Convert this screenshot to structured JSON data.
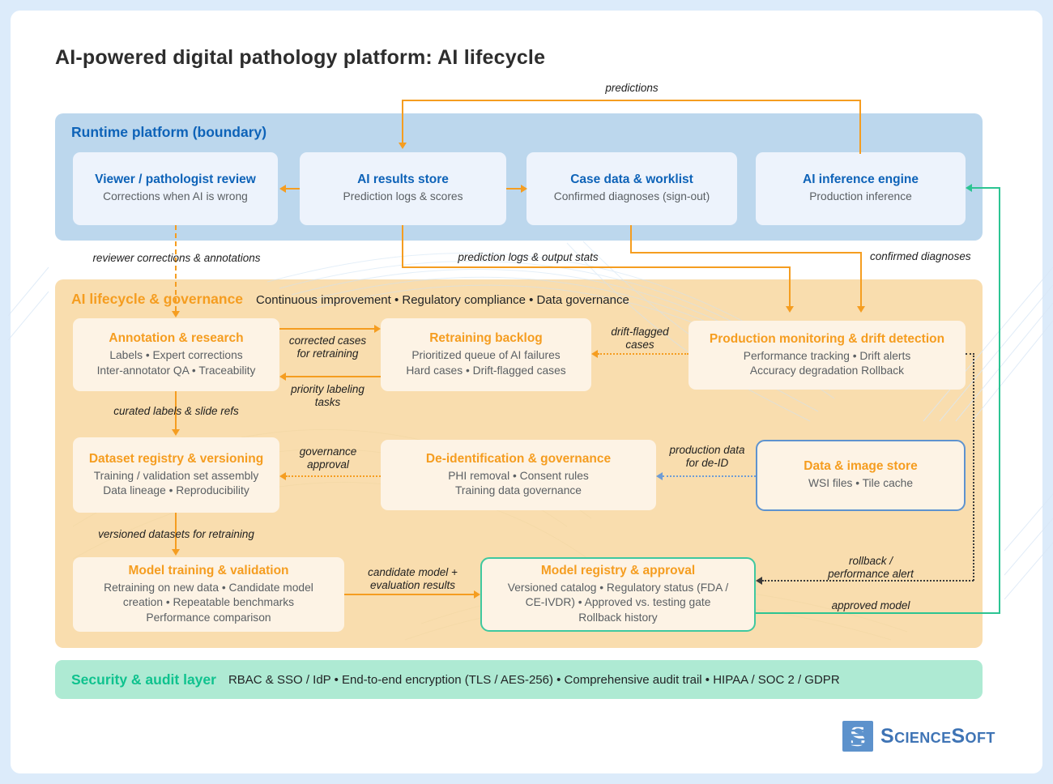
{
  "title": "AI-powered digital pathology platform: AI lifecycle",
  "runtime": {
    "header": "Runtime platform (boundary)",
    "nodes": {
      "viewer": {
        "title": "Viewer / pathologist review",
        "lines": [
          "Corrections when AI is wrong"
        ]
      },
      "results": {
        "title": "AI results store",
        "lines": [
          "Prediction logs & scores"
        ]
      },
      "case": {
        "title": "Case data & worklist",
        "lines": [
          "Confirmed diagnoses (sign-out)"
        ]
      },
      "inference": {
        "title": "AI inference engine",
        "lines": [
          "Production inference"
        ]
      }
    }
  },
  "lifecycle": {
    "header": "AI lifecycle & governance",
    "caption": "Continuous improvement • Regulatory compliance • Data governance",
    "nodes": {
      "annotation": {
        "title": "Annotation & research",
        "lines": [
          "Labels • Expert corrections",
          "Inter-annotator QA • Traceability"
        ]
      },
      "backlog": {
        "title": "Retraining backlog",
        "lines": [
          "Prioritized queue of AI failures",
          "Hard cases • Drift-flagged cases"
        ]
      },
      "monitoring": {
        "title": "Production monitoring & drift detection",
        "lines": [
          "Performance tracking • Drift alerts",
          "Accuracy degradation Rollback"
        ]
      },
      "dataset": {
        "title": "Dataset registry & versioning",
        "lines": [
          "Training / validation set assembly",
          "Data lineage • Reproducibility"
        ]
      },
      "deid": {
        "title": "De-identification & governance",
        "lines": [
          "PHI removal • Consent rules",
          "Training data governance"
        ]
      },
      "datastore": {
        "title": "Data & image store",
        "lines": [
          "WSI files • Tile cache"
        ]
      },
      "training": {
        "title": "Model training & validation",
        "lines": [
          "Retraining on new data • Candidate model",
          "creation • Repeatable benchmarks",
          "Performance comparison"
        ]
      },
      "registry": {
        "title": "Model registry & approval",
        "lines": [
          "Versioned catalog • Regulatory status (FDA /",
          "CE-IVDR) • Approved vs. testing gate",
          "Rollback history"
        ]
      }
    }
  },
  "flows": {
    "predictions": "predictions",
    "reviewer_corrections": "reviewer corrections & annotations",
    "prediction_logs": "prediction logs & output stats",
    "confirmed_diagnoses": "confirmed diagnoses",
    "corrected_cases_1": "corrected cases",
    "corrected_cases_2": "for retraining",
    "priority_1": "priority labeling",
    "priority_2": "tasks",
    "drift_1": "drift-flagged",
    "drift_2": "cases",
    "curated": "curated labels & slide refs",
    "governance_1": "governance",
    "governance_2": "approval",
    "proddata_1": "production data",
    "proddata_2": "for de-ID",
    "versioned": "versioned datasets for retraining",
    "candidate_1": "candidate model +",
    "candidate_2": "evaluation results",
    "rollback_1": "rollback /",
    "rollback_2": "performance alert",
    "approved": "approved model"
  },
  "security": {
    "header": "Security & audit layer",
    "caption": "RBAC & SSO / IdP • End-to-end encryption (TLS / AES-256) • Comprehensive audit trail • HIPAA / SOC 2 / GDPR"
  },
  "logo": {
    "text": "ScienceSoft"
  },
  "colors": {
    "arrow_orange": "#f59d20",
    "arrow_green": "#2cc492",
    "arrow_dark": "#3a3a3a",
    "arrow_blue": "#6f9cd4",
    "runtime_bg": "#bcd7ed",
    "lifecycle_bg": "#f9ddae",
    "security_bg": "#aeead3",
    "blue_title": "#0e63b8",
    "orange_title": "#f59d20",
    "green_title": "#0fc28e"
  }
}
